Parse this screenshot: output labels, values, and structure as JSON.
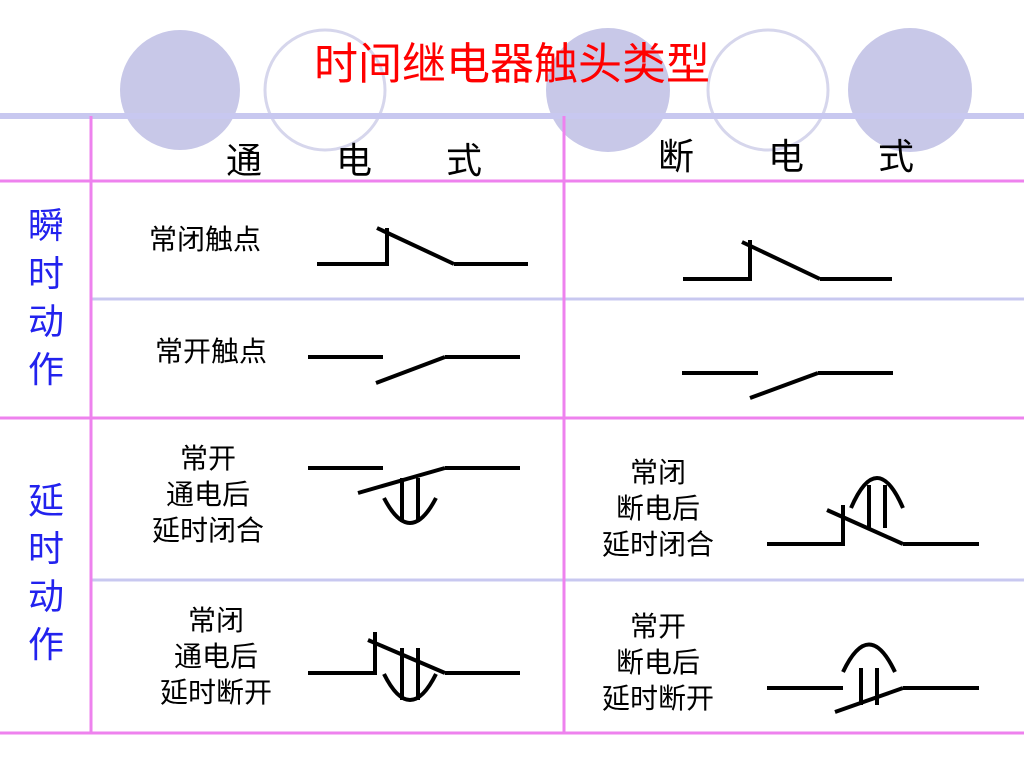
{
  "title": "时间继电器触头类型",
  "columns": {
    "energize": [
      "通",
      "电",
      "式"
    ],
    "deenergize": [
      "断",
      "电",
      "式"
    ]
  },
  "rows": {
    "instant": [
      "瞬",
      "时",
      "动",
      "作"
    ],
    "delayed": [
      "延",
      "时",
      "动",
      "作"
    ]
  },
  "contacts": {
    "instant_nc": "常闭触点",
    "instant_no": "常开触点",
    "energize_delay_no": [
      "常开",
      "通电后",
      "延时闭合"
    ],
    "deenergize_delay_nc": [
      "常闭",
      "断电后",
      "延时闭合"
    ],
    "energize_delay_nc": [
      "常闭",
      "通电后",
      "延时断开"
    ],
    "deenergize_delay_no": [
      "常开",
      "断电后",
      "延时断开"
    ]
  },
  "colors": {
    "title": "#ff0000",
    "row_labels": "#2222ee",
    "grid_pink": "#ee82ee",
    "grid_lavender": "#c8c8f0",
    "circles": "#c8c8e8"
  }
}
